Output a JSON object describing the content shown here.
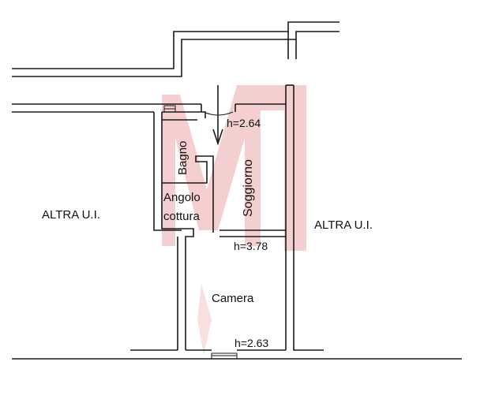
{
  "floor_plan": {
    "watermark_letter": "M",
    "watermark_color": "#f3c7c7",
    "wall_color": "#1a1a1a",
    "entrance_arrow": "down-arrow-icon",
    "rooms": {
      "bagno": "Bagno",
      "angolo_cottura_line1": "Angolo",
      "angolo_cottura_line2": "cottura",
      "soggiorno": "Soggiorno",
      "camera": "Camera"
    },
    "neighbors": {
      "left": "ALTRA U.I.",
      "right": "ALTRA U.I."
    },
    "heights": {
      "soggiorno": "h=2.64",
      "soggiorno_lower": "h=3.78",
      "camera": "h=2.63"
    }
  }
}
